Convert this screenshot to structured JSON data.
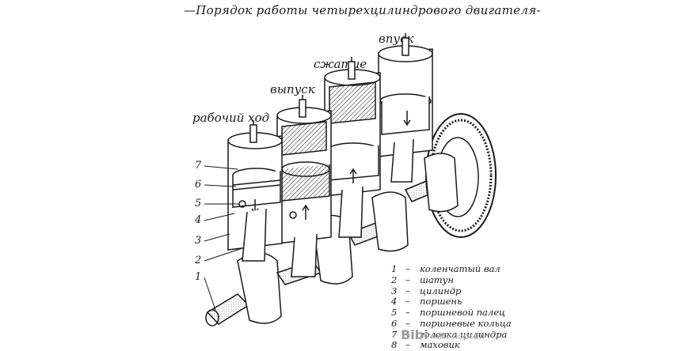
{
  "title": "—Порядок работы четырехцилиндрового двигателя-",
  "strokes": {
    "cyl1": "рабочий ход",
    "cyl2": "выпуск",
    "cyl3": "сжатие",
    "cyl4": "впуск"
  },
  "callouts": [
    "7",
    "6",
    "5",
    "4",
    "3",
    "2",
    "1"
  ],
  "legend": [
    {
      "num": "1",
      "dash": "–",
      "text": "коленчатый вал"
    },
    {
      "num": "2",
      "dash": "–",
      "text": "шатун"
    },
    {
      "num": "3",
      "dash": "–",
      "text": "цилиндр"
    },
    {
      "num": "4",
      "dash": "–",
      "text": "поршень"
    },
    {
      "num": "5",
      "dash": "–",
      "text": "поршневой палец"
    },
    {
      "num": "6",
      "dash": "–",
      "text": "поршневые кольца"
    },
    {
      "num": "7",
      "dash": "–",
      "text": "головка цилиндра"
    },
    {
      "num": "8",
      "dash": "–",
      "text": "маховик"
    }
  ],
  "watermark": {
    "brand": "Bibi",
    "text": "ный портал"
  }
}
